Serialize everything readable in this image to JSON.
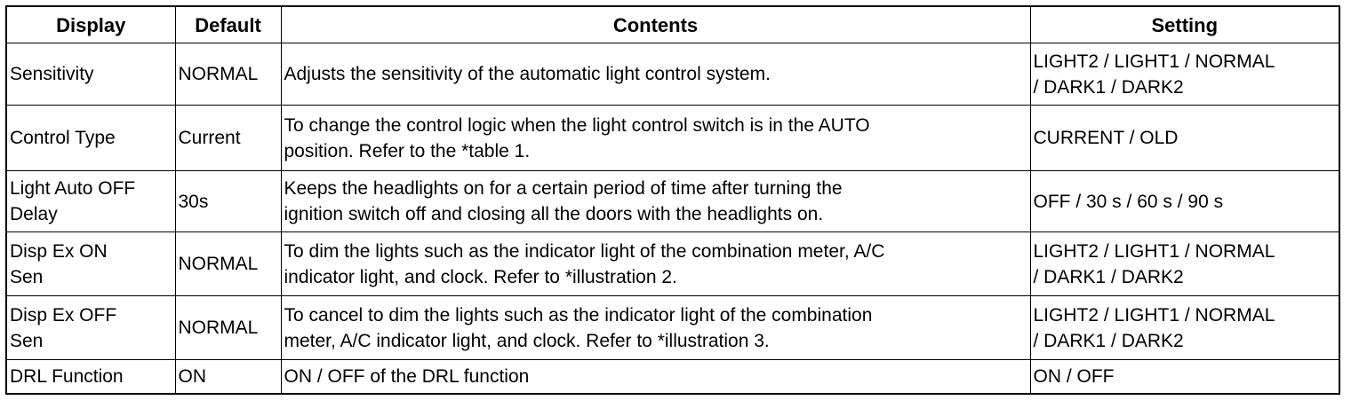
{
  "table": {
    "headers": {
      "display": "Display",
      "default": "Default",
      "contents": "Contents",
      "setting": "Setting"
    },
    "rows": [
      {
        "display": "Sensitivity",
        "default": "NORMAL",
        "contents": "Adjusts the sensitivity of the automatic light control system.",
        "setting_line1": "LIGHT2 / LIGHT1 / NORMAL",
        "setting_line2": "/ DARK1 / DARK2"
      },
      {
        "display": "Control Type",
        "default": "Current",
        "contents_line1": "To change the control logic when the light control switch is in the AUTO",
        "contents_line2": "position. Refer to the *table 1.",
        "setting": "CURRENT / OLD"
      },
      {
        "display_line1": "Light Auto OFF",
        "display_line2": "Delay",
        "default": "30s",
        "contents_line1": "Keeps the headlights on for a certain period of time after turning the",
        "contents_line2": "ignition switch off and closing all the doors with the headlights on.",
        "setting": "OFF / 30 s / 60 s / 90 s"
      },
      {
        "display_line1": "Disp Ex ON",
        "display_line2": "Sen",
        "default": "NORMAL",
        "contents_line1": "To dim the lights such as the indicator light of the combination meter, A/C",
        "contents_line2": "indicator light, and clock. Refer to *illustration 2.",
        "setting_line1": "LIGHT2 / LIGHT1 / NORMAL",
        "setting_line2": "/ DARK1 / DARK2"
      },
      {
        "display_line1": "Disp Ex OFF",
        "display_line2": "Sen",
        "default": "NORMAL",
        "contents_line1": "To cancel to dim the lights such as the indicator light of the combination",
        "contents_line2": "meter, A/C indicator light, and clock. Refer to *illustration 3.",
        "setting_line1": "LIGHT2 / LIGHT1 / NORMAL",
        "setting_line2": "/ DARK1 / DARK2"
      },
      {
        "display": "DRL Function",
        "default": "ON",
        "contents": "ON / OFF of the DRL function",
        "setting": "ON / OFF"
      }
    ]
  }
}
